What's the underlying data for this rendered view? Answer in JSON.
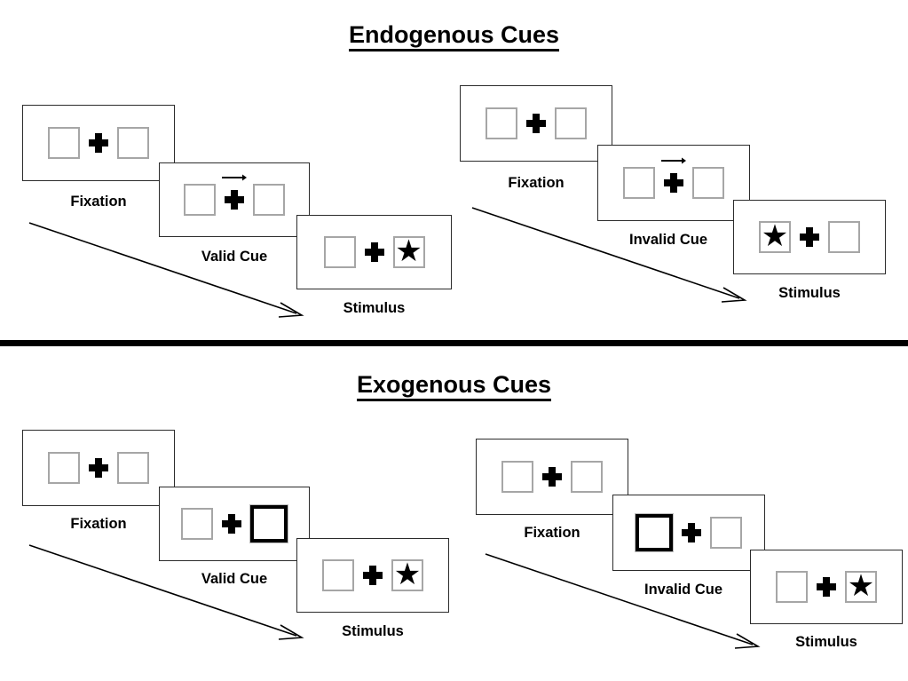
{
  "sections": [
    {
      "id": "endogenous",
      "title": "Endogenous Cues",
      "columns": [
        {
          "id": "endogenous-valid",
          "cue_label": "Valid Cue",
          "cue_type": "arrow",
          "cue_direction": "right",
          "stages": [
            {
              "name": "fixation",
              "label": "Fixation",
              "left_box": "empty",
              "right_box": "empty",
              "cross": "plus",
              "arrow": false
            },
            {
              "name": "cue",
              "label": "Valid Cue",
              "left_box": "empty",
              "right_box": "empty",
              "cross": "plus",
              "arrow": true
            },
            {
              "name": "stimulus",
              "label": "Stimulus",
              "left_box": "empty",
              "right_box": "star",
              "cross": "plus",
              "arrow": false
            }
          ]
        },
        {
          "id": "endogenous-invalid",
          "cue_label": "Invalid Cue",
          "cue_type": "arrow",
          "cue_direction": "right",
          "stages": [
            {
              "name": "fixation",
              "label": "Fixation",
              "left_box": "empty",
              "right_box": "empty",
              "cross": "plus",
              "arrow": false
            },
            {
              "name": "cue",
              "label": "Invalid Cue",
              "left_box": "empty",
              "right_box": "empty",
              "cross": "plus",
              "arrow": true
            },
            {
              "name": "stimulus",
              "label": "Stimulus",
              "left_box": "star",
              "right_box": "empty",
              "cross": "plus",
              "arrow": false
            }
          ]
        }
      ]
    },
    {
      "id": "exogenous",
      "title": "Exogenous Cues",
      "columns": [
        {
          "id": "exogenous-valid",
          "cue_label": "Valid Cue",
          "cue_type": "box-highlight",
          "cue_direction": "right",
          "stages": [
            {
              "name": "fixation",
              "label": "Fixation",
              "left_box": "empty",
              "right_box": "empty",
              "cross": "plus",
              "arrow": false
            },
            {
              "name": "cue",
              "label": "Valid Cue",
              "left_box": "empty",
              "right_box": "cued",
              "cross": "plus",
              "arrow": false
            },
            {
              "name": "stimulus",
              "label": "Stimulus",
              "left_box": "empty",
              "right_box": "star",
              "cross": "plus",
              "arrow": false
            }
          ]
        },
        {
          "id": "exogenous-invalid",
          "cue_label": "Invalid Cue",
          "cue_type": "box-highlight",
          "cue_direction": "left",
          "stages": [
            {
              "name": "fixation",
              "label": "Fixation",
              "left_box": "empty",
              "right_box": "empty",
              "cross": "plus",
              "arrow": false
            },
            {
              "name": "cue",
              "label": "Invalid Cue",
              "left_box": "cued",
              "right_box": "empty",
              "cross": "plus",
              "arrow": false
            },
            {
              "name": "stimulus",
              "label": "Stimulus",
              "left_box": "empty",
              "right_box": "star",
              "cross": "plus",
              "arrow": false
            }
          ]
        }
      ]
    }
  ],
  "labels": {
    "fixation": "Fixation",
    "valid_cue": "Valid Cue",
    "invalid_cue": "Invalid Cue",
    "stimulus": "Stimulus"
  },
  "icons": {
    "star": "★",
    "cue_arrow": "arrow-right-icon",
    "flow_arrow": "time-flow-arrow-icon",
    "fixation_cross": "plus-cross-icon"
  },
  "colors": {
    "ink": "#000000",
    "panel_border": "#2b2b2b",
    "box_border": "#a6a6a6",
    "cued_box_border": "#000000",
    "background": "#ffffff"
  }
}
